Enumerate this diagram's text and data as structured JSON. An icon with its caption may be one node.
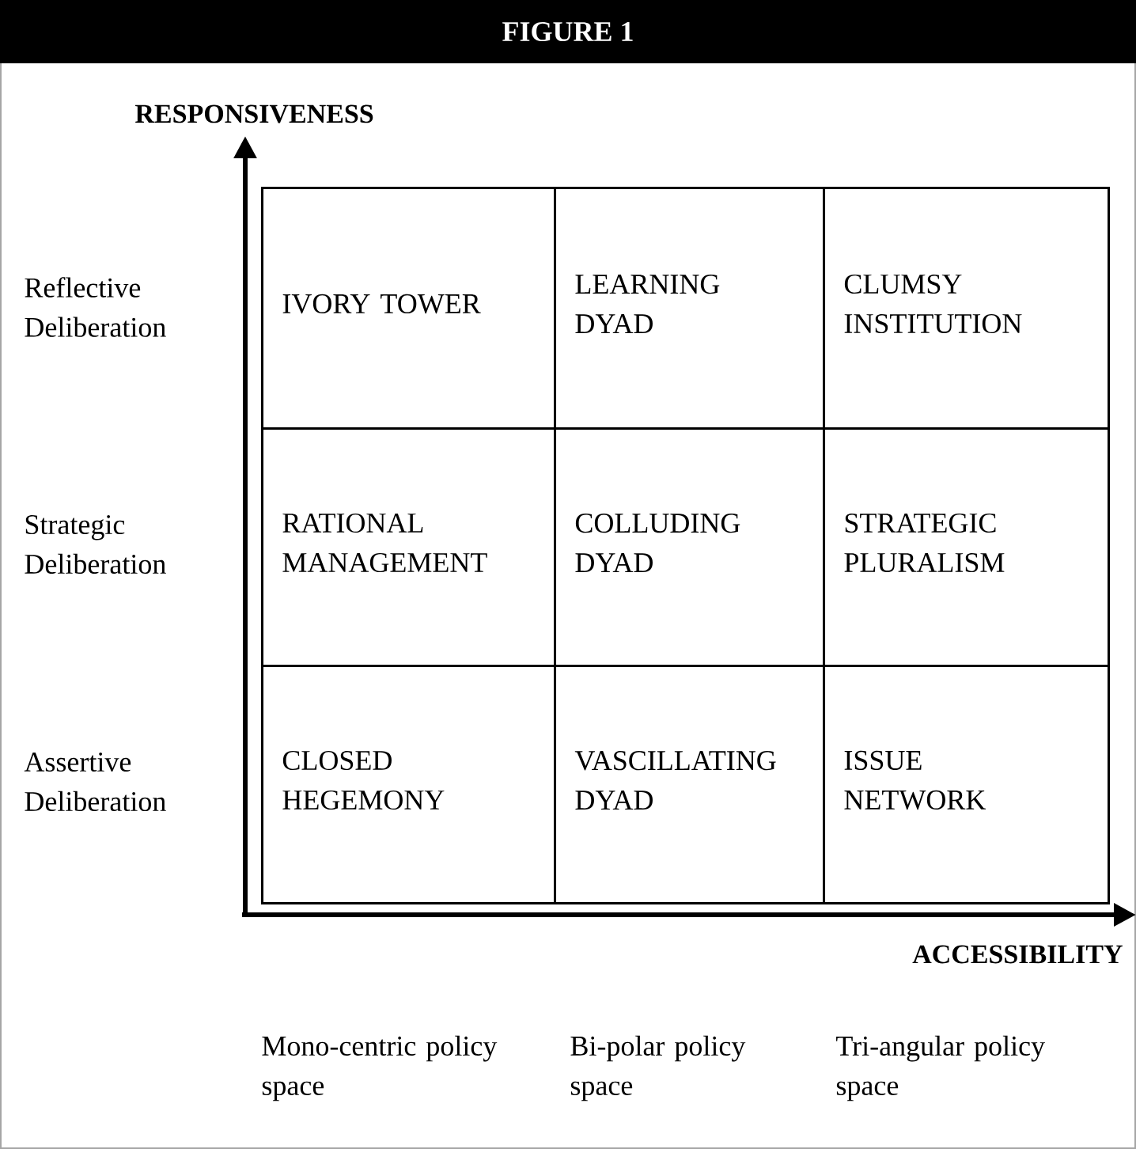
{
  "diagram": {
    "title": "FIGURE 1",
    "nodes": [
      {
        "text": [
          "IVORY TOWER"
        ]
      },
      {
        "text": [
          "LEARNING DYAD"
        ]
      },
      {
        "text": [
          "CLUMSY INSTITUTION"
        ]
      },
      {
        "text": [
          "RATIONAL MANAGEMENT"
        ]
      },
      {
        "text": [
          "COLLUDING DYAD"
        ]
      },
      {
        "text": [
          "STRATEGIC PLURALISM"
        ]
      },
      {
        "text": [
          "CLOSED HEGEMONY"
        ]
      },
      {
        "text": [
          "VASCILLATING DYAD"
        ]
      },
      {
        "text": [
          "ISSUE NETWORK"
        ]
      }
    ],
    "labels": [
      "RESPONSIVENESS",
      "Reflective Deliberation",
      "Strategic Deliberation",
      "Assertive Deliberation",
      "ACCESSIBILITY",
      "Mono-centric policy space",
      "Bi-polar policy space",
      "Tri-angular policy space"
    ]
  }
}
